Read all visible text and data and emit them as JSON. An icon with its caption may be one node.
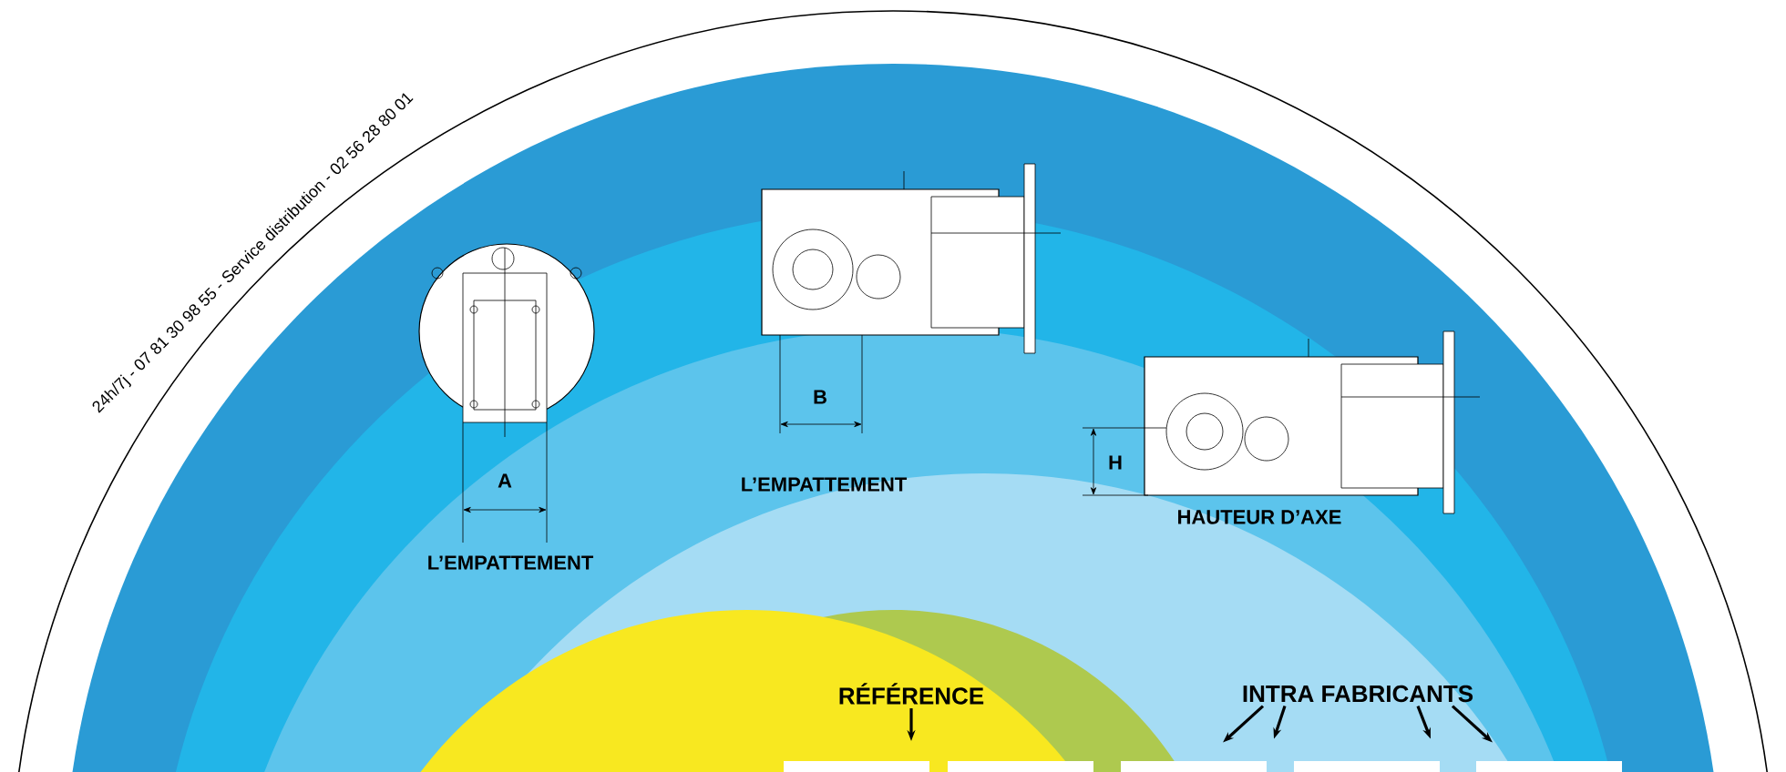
{
  "diagram": {
    "nodes": [
      {
        "text": [
          "RÉFÉRENCE"
        ]
      },
      {
        "text": [
          "INTRA FABRICANTS"
        ]
      }
    ],
    "edges": [
      {
        "from": 0,
        "to": null,
        "arrow": "to"
      },
      {
        "from": 1,
        "to": null,
        "arrow": "to"
      },
      {
        "from": 1,
        "to": null,
        "arrow": "to"
      },
      {
        "from": 1,
        "to": null,
        "arrow": "to"
      },
      {
        "from": 1,
        "to": null,
        "arrow": "to"
      }
    ],
    "labels": [
      "24h/7j - 07 81 30 98 55 - Service distribution - 02 56 28 80 01",
      "A",
      "L’EMPATTEMENT",
      "B",
      "L’EMPATTEMENT",
      "H",
      "HAUTEUR D’AXE"
    ]
  }
}
